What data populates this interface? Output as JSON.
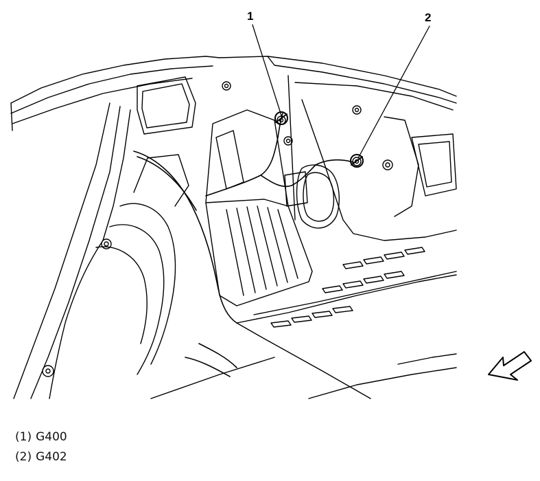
{
  "callouts": [
    {
      "number": "1",
      "code": "G400"
    },
    {
      "number": "2",
      "code": "G402"
    }
  ],
  "legend": [
    {
      "marker": "(1)",
      "label": "G400"
    },
    {
      "marker": "(2)",
      "label": "G402"
    }
  ],
  "orientation_icon": "front-direction-arrow-icon"
}
